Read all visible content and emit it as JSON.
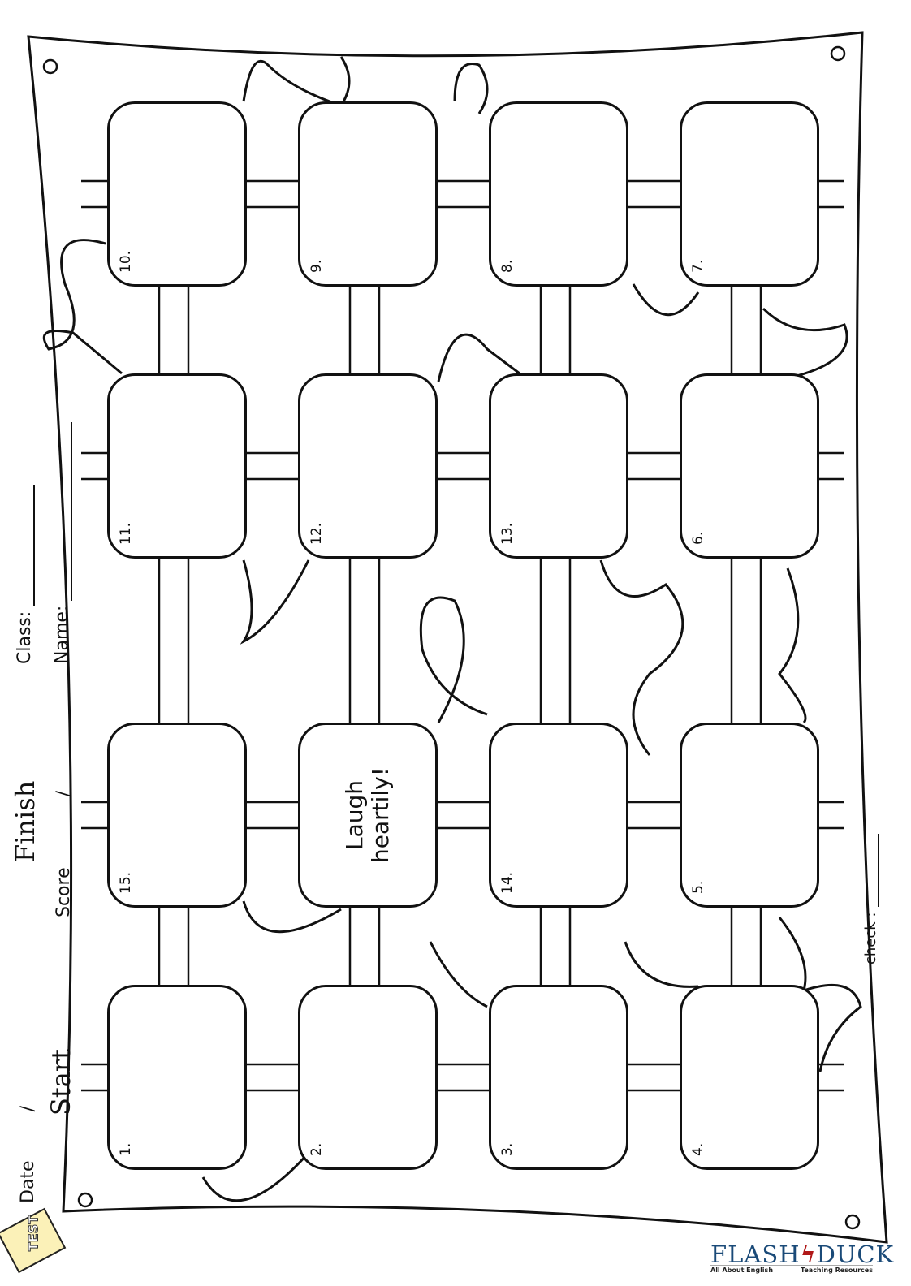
{
  "header_fields": {
    "class_label": "Class:",
    "name_label": "Name:",
    "score_label": "Score",
    "score_sep": "/",
    "date_label": "Date",
    "date_sep": "/",
    "check_label": "check :"
  },
  "board": {
    "start_label": "Start",
    "finish_label": "Finish",
    "rows": [
      [
        {
          "number": "10."
        },
        {
          "number": "9."
        },
        {
          "number": "8."
        },
        {
          "number": "7."
        }
      ],
      [
        {
          "number": "11."
        },
        {
          "number": "12."
        },
        {
          "number": "13."
        },
        {
          "number": "6."
        }
      ],
      [
        {
          "number": "15."
        },
        {
          "text_line1": "Laugh",
          "text_line2": "heartily!"
        },
        {
          "number": "14."
        },
        {
          "number": "5."
        }
      ],
      [
        {
          "number": "1."
        },
        {
          "number": "2."
        },
        {
          "number": "3."
        },
        {
          "number": "4."
        }
      ]
    ]
  },
  "logo": {
    "name_left": "FLASH",
    "name_right": "DUCK",
    "tagline_left": "All About English",
    "tagline_right": "Teaching Resources",
    "badge": "TEST"
  }
}
